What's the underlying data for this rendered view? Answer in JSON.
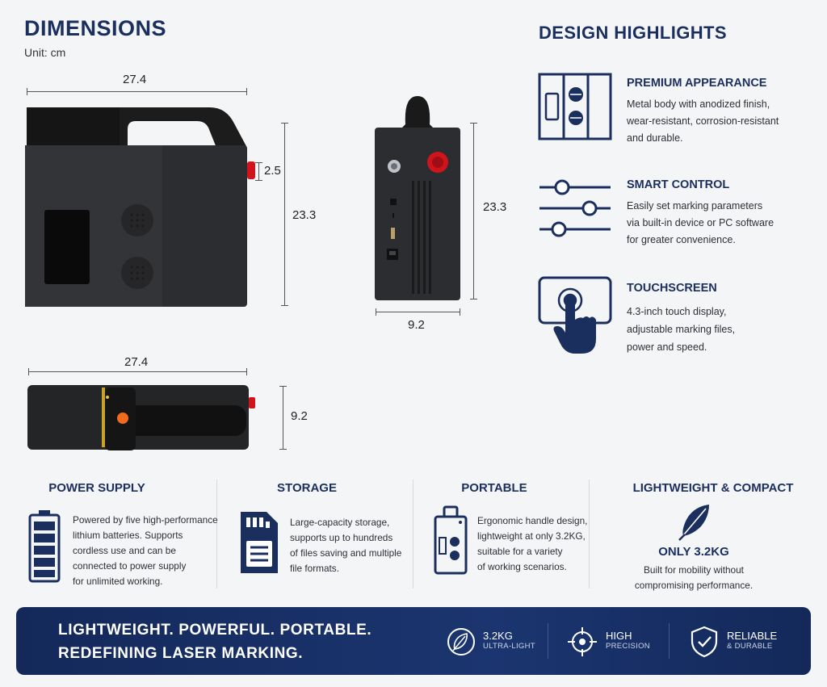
{
  "dimensions": {
    "title": "DIMENSIONS",
    "unit": "Unit: cm",
    "front": {
      "width": "27.4",
      "knob": "2.5",
      "height": "23.3"
    },
    "side": {
      "height": "23.3",
      "depth": "9.2"
    },
    "top": {
      "width": "27.4",
      "depth": "9.2"
    }
  },
  "highlights": {
    "title": "DESIGN HIGHLIGHTS",
    "items": [
      {
        "title": "PREMIUM APPEARANCE",
        "lines": [
          "Metal body with anodized finish,",
          "wear-resistant, corrosion-resistant",
          "and durable."
        ],
        "icon": "device-panel-icon"
      },
      {
        "title": "SMART CONTROL",
        "lines": [
          "Easily set marking parameters",
          "via built-in device or PC software",
          "for greater convenience."
        ],
        "icon": "sliders-icon"
      },
      {
        "title": "TOUCHSCREEN",
        "lines": [
          "4.3-inch touch display,",
          "adjustable marking files,",
          "power and speed."
        ],
        "icon": "touch-screen-icon"
      }
    ]
  },
  "features": [
    {
      "title": "POWER SUPPLY",
      "lines": [
        "Powered by five high-performance",
        "lithium batteries. Supports",
        "cordless use and can be",
        "connected to power supply",
        "for unlimited working."
      ],
      "icon": "battery-icon"
    },
    {
      "title": "STORAGE",
      "lines": [
        "Large-capacity storage,",
        "supports up to hundreds",
        "of files saving and multiple",
        "file formats."
      ],
      "icon": "sd-card-icon"
    },
    {
      "title": "PORTABLE",
      "lines": [
        "Ergonomic handle design,",
        "lightweight at only 3.2KG,",
        "suitable for a variety",
        "of working scenarios."
      ],
      "icon": "portable-device-icon"
    },
    {
      "title": "LIGHTWEIGHT & COMPACT",
      "highlight": "ONLY 3.2KG",
      "lines": [
        "Built for mobility without",
        "compromising performance."
      ],
      "icon": "feather-icon"
    }
  ],
  "banner": {
    "line1": "LIGHTWEIGHT. POWERFUL. PORTABLE.",
    "line2": "REDEFINING LASER MARKING.",
    "badges": [
      {
        "main": "3.2KG",
        "sub": "ULTRA-LIGHT",
        "icon": "feather-circle-icon"
      },
      {
        "main": "HIGH",
        "sub": "PRECISION",
        "icon": "crosshair-icon"
      },
      {
        "main": "RELIABLE",
        "sub": "& DURABLE",
        "icon": "shield-check-icon"
      }
    ]
  },
  "colors": {
    "navy": "#1b2f5e",
    "device": "#2b2c2f",
    "accent_red": "#d0141c",
    "accent_orange": "#f26b1d"
  }
}
